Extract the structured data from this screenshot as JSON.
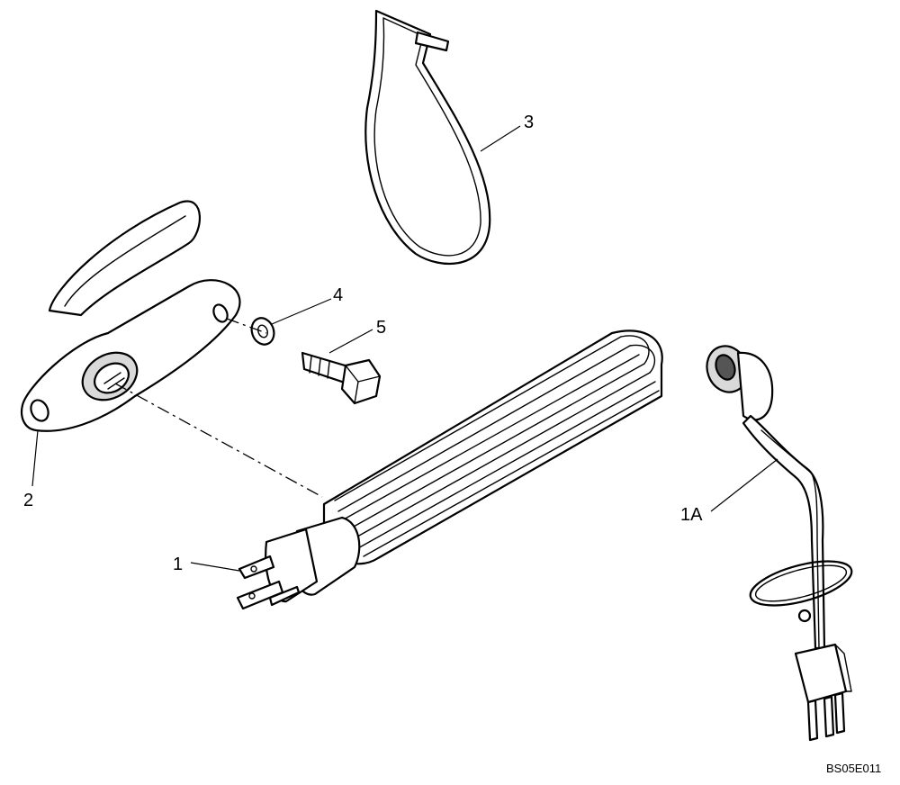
{
  "callouts": {
    "heater_element": "1",
    "power_cord": "1A",
    "adapter_flange": "2",
    "strap": "3",
    "washer": "4",
    "bolt": "5"
  },
  "drawing_code": "BS05E011"
}
